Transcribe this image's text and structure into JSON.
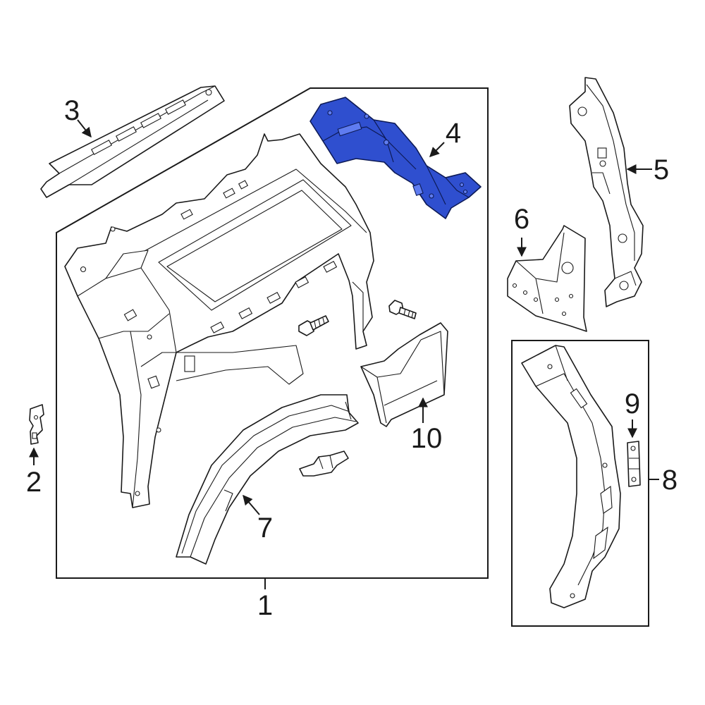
{
  "diagram": {
    "highlight_color": "#2f4fcf",
    "callouts": [
      {
        "id": "1",
        "label": "1"
      },
      {
        "id": "2",
        "label": "2"
      },
      {
        "id": "3",
        "label": "3"
      },
      {
        "id": "4",
        "label": "4"
      },
      {
        "id": "5",
        "label": "5"
      },
      {
        "id": "6",
        "label": "6"
      },
      {
        "id": "7",
        "label": "7"
      },
      {
        "id": "8",
        "label": "8"
      },
      {
        "id": "9",
        "label": "9"
      },
      {
        "id": "10",
        "label": "10"
      }
    ],
    "highlighted_part": "4"
  }
}
